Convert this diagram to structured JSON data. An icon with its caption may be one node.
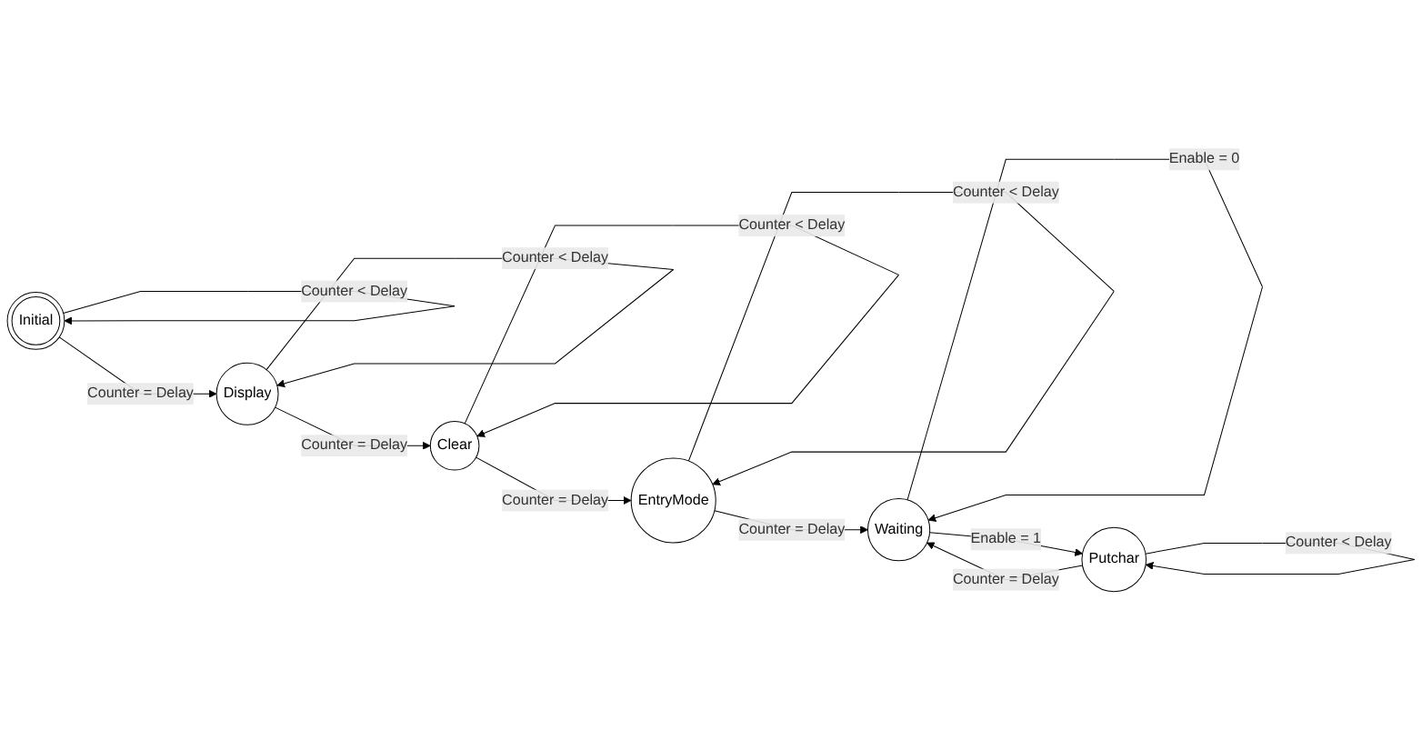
{
  "diagram": {
    "nodes": [
      {
        "text": [
          "Initial"
        ]
      },
      {
        "text": [
          "Display"
        ]
      },
      {
        "text": [
          "Clear"
        ]
      },
      {
        "text": [
          "EntryMode"
        ]
      },
      {
        "text": [
          "Waiting"
        ]
      },
      {
        "text": [
          "Putchar"
        ]
      }
    ],
    "edges": [
      {
        "from": 0,
        "to": 0,
        "arrow": "to",
        "label": "Counter < Delay"
      },
      {
        "from": 0,
        "to": 1,
        "arrow": "to",
        "label": "Counter = Delay"
      },
      {
        "from": 1,
        "to": 1,
        "arrow": "to",
        "label": "Counter < Delay"
      },
      {
        "from": 1,
        "to": 2,
        "arrow": "to",
        "label": "Counter = Delay"
      },
      {
        "from": 2,
        "to": 2,
        "arrow": "to",
        "label": "Counter < Delay"
      },
      {
        "from": 2,
        "to": 3,
        "arrow": "to",
        "label": "Counter = Delay"
      },
      {
        "from": 3,
        "to": 3,
        "arrow": "to",
        "label": "Counter < Delay"
      },
      {
        "from": 3,
        "to": 4,
        "arrow": "to",
        "label": "Counter = Delay"
      },
      {
        "from": 4,
        "to": 4,
        "arrow": "to",
        "label": "Enable = 0"
      },
      {
        "from": 4,
        "to": 5,
        "arrow": "to",
        "label": "Enable = 1"
      },
      {
        "from": 5,
        "to": 5,
        "arrow": "to",
        "label": "Counter < Delay"
      },
      {
        "from": 5,
        "to": 4,
        "arrow": "to",
        "label": "Counter = Delay"
      }
    ]
  }
}
